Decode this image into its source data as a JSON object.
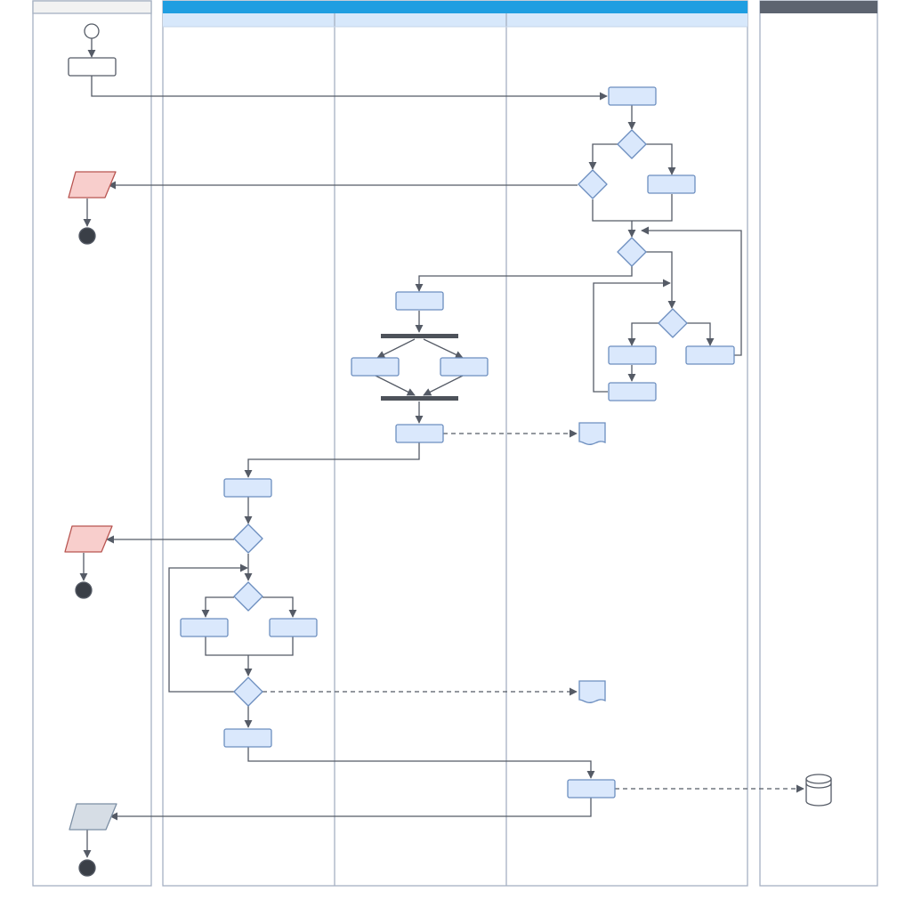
{
  "diagram": {
    "kind": "swimlane activity diagram",
    "title": "",
    "lanes": [
      {
        "id": "lane-left",
        "label": ""
      },
      {
        "id": "lane-group",
        "label": ""
      },
      {
        "id": "lane-group-col-1",
        "label": ""
      },
      {
        "id": "lane-group-col-2",
        "label": ""
      },
      {
        "id": "lane-group-col-3",
        "label": ""
      },
      {
        "id": "lane-right",
        "label": ""
      }
    ],
    "colors": {
      "lane_border": "#a6b1c2",
      "lane_header_left": "#f2f2f2",
      "group_header": "#1f9ee1",
      "sub_header": "#d7e8fb",
      "lane_header_right": "#5d6470",
      "node_fill": "#dae8fc",
      "node_stroke": "#6c8ebf",
      "io_fill_red": "#f8cecc",
      "io_stroke_red": "#b85450",
      "io_fill_gray": "#d6dde5",
      "io_stroke_gray": "#7b8ea3",
      "edge": "#555b66",
      "terminal_fill": "#3a3f47",
      "bar": "#4d525a"
    },
    "node_labels": {
      "start-node": "",
      "left-task-1": "",
      "task-1": "",
      "decision-1": "",
      "decision-2": "",
      "task-2": "",
      "decision-3": "",
      "task-3": "",
      "task-4": "",
      "task-5": "",
      "task-6": "",
      "task-7": "",
      "decision-4": "",
      "task-8": "",
      "task-9": "",
      "document-1": "",
      "task-10": "",
      "decision-5": "",
      "decision-6": "",
      "task-11": "",
      "task-12": "",
      "decision-7": "",
      "document-2": "",
      "task-13": "",
      "task-14": "",
      "io-1": "",
      "io-2": "",
      "io-3": "",
      "database": ""
    }
  }
}
